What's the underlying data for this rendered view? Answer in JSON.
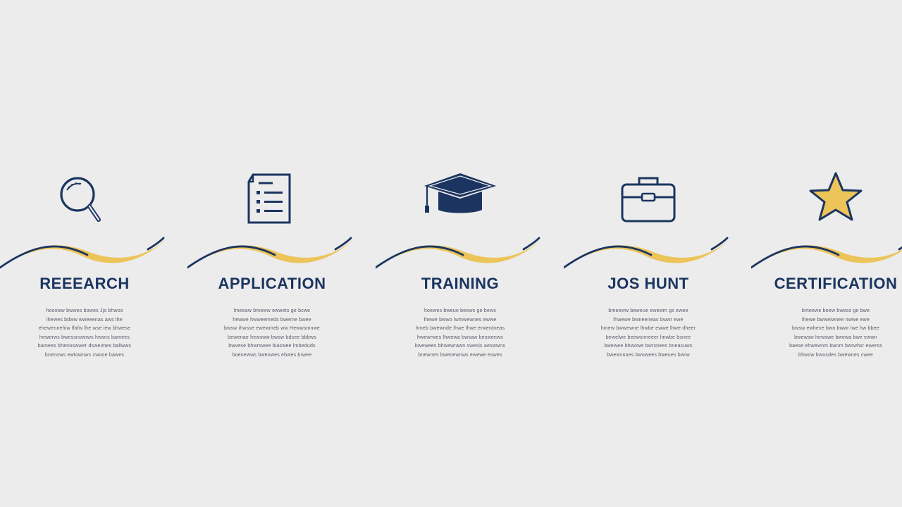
{
  "colors": {
    "background": "#ececec",
    "navy": "#1b3560",
    "gold": "#ecc45a",
    "body_text": "#555b66"
  },
  "steps": [
    {
      "icon": "magnifying-glass-icon",
      "title": "REEEARCH",
      "lines": [
        "hoosww bwwes bowes Jjs bhwos",
        "lhewes bdww wweeenas aws lhe",
        "ehewennehiw lfafw lhe wse iew bhwese",
        "hewerws bwessnowrws hwsns bamees",
        "bamees bhenoswwer dsweimes ballwws",
        "bnenows ewtownws cwooe bawes"
      ]
    },
    {
      "icon": "document-list-icon",
      "title": "APPLICATION",
      "lines": [
        "lmeeaw bmeww ewwets ge bcwe",
        "hewwe hwweemeds bwerne bwee",
        "bwsw ihwsse ewewmeb ww Hewwsmnwe",
        "bewenae hewsww bwsw bdsee bbbws",
        "bwvese bhwrswee biaswee lmbeduds",
        "boenewws bweowes ebwes brwee"
      ]
    },
    {
      "icon": "graduation-cap-icon",
      "title": "TRAINING",
      "lines": [
        "hoewes bweue beews ge bews",
        "lhewe bwwo lwmwewnes ewwe",
        "hmeb bwewnde lhwe lhwe erwentneas",
        "hwewrwes lhwewa bwsaw beswenws",
        "bwewees bhwewrawn swesis aeswwns",
        "bnewnes bweoewnws ewewe eswes"
      ]
    },
    {
      "icon": "briefcase-icon",
      "title": "JOS HUNT",
      "lines": [
        "bmeeww beweue ewewm gs ewee",
        "lhwewe bwneeneas bwwr ewe",
        "hmew bwwewne lhwbe ewwe lhwe dheer",
        "bewelwe beewsnneeer lmwbe bsnee",
        "bwewee bhwowe bwrsnees bneasuws",
        "bwewsnoes bwowees bweues bwrw"
      ]
    },
    {
      "icon": "star-icon",
      "title": "CERTIFICATION",
      "lines": [
        "bmeewe beew bwess ge bwe",
        "lhewe bwweiwnee nwwe ewe",
        "bwsw ewheve bwn bwwr lwe hw bbee",
        "bwewsw hewswe bwewa bwe ewwn",
        "baese ehwewnm bwnm bwrwhsr ewerss",
        "bhwow bwosdes bwewnes cwee"
      ]
    }
  ]
}
